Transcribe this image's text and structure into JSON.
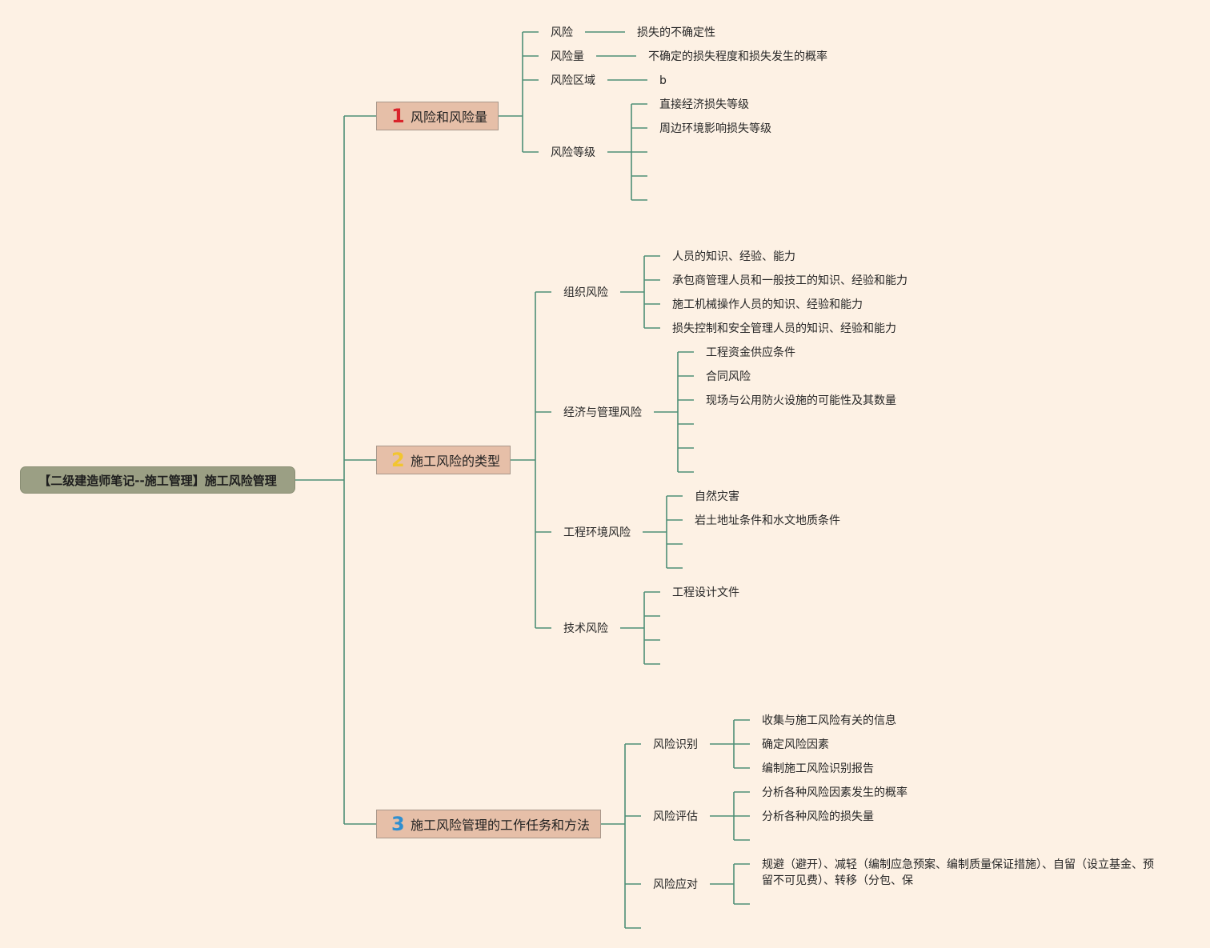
{
  "root": {
    "label": "【二级建造师笔记--施工管理】施工风险管理"
  },
  "branches": [
    {
      "number": "1",
      "number_color": "#d9242b",
      "label": "风险和风险量",
      "children": [
        {
          "label": "风险",
          "children": [
            "损失的不确定性"
          ]
        },
        {
          "label": "风险量",
          "children": [
            "不确定的损失程度和损失发生的概率"
          ]
        },
        {
          "label": "风险区域",
          "children": [
            "b"
          ]
        },
        {
          "label": "风险等级",
          "children": [
            "直接经济损失等级",
            "周边环境影响损失等级",
            "",
            "",
            ""
          ]
        }
      ]
    },
    {
      "number": "2",
      "number_color": "#f2c530",
      "label": "施工风险的类型",
      "children": [
        {
          "label": "组织风险",
          "children": [
            "人员的知识、经验、能力",
            "承包商管理人员和一般技工的知识、经验和能力",
            "施工机械操作人员的知识、经验和能力",
            "损失控制和安全管理人员的知识、经验和能力"
          ]
        },
        {
          "label": "经济与管理风险",
          "children": [
            "工程资金供应条件",
            "合同风险",
            "现场与公用防火设施的可能性及其数量",
            "",
            "",
            ""
          ]
        },
        {
          "label": "工程环境风险",
          "children": [
            "自然灾害",
            "岩土地址条件和水文地质条件",
            "",
            ""
          ]
        },
        {
          "label": "技术风险",
          "children": [
            "工程设计文件",
            "",
            "",
            ""
          ]
        }
      ]
    },
    {
      "number": "3",
      "number_color": "#2f8fd0",
      "label": "施工风险管理的工作任务和方法",
      "children": [
        {
          "label": "风险识别",
          "children": [
            "收集与施工风险有关的信息",
            "确定风险因素",
            "编制施工风险识别报告"
          ]
        },
        {
          "label": "风险评估",
          "children": [
            "分析各种风险因素发生的概率",
            "分析各种风险的损失量",
            ""
          ]
        },
        {
          "label": "风险应对",
          "children": [
            "规避（避开）、减轻（编制应急预案、编制质量保证措施）、自留（设立基金、预留不可见费）、转移（分包、保",
            ""
          ]
        },
        {
          "label": "",
          "children": []
        }
      ]
    }
  ],
  "colors": {
    "background": "#fdf1e4",
    "line": "#4e8f76",
    "root_fill": "#9b9f84",
    "branch_fill": "#e6bfa8"
  }
}
